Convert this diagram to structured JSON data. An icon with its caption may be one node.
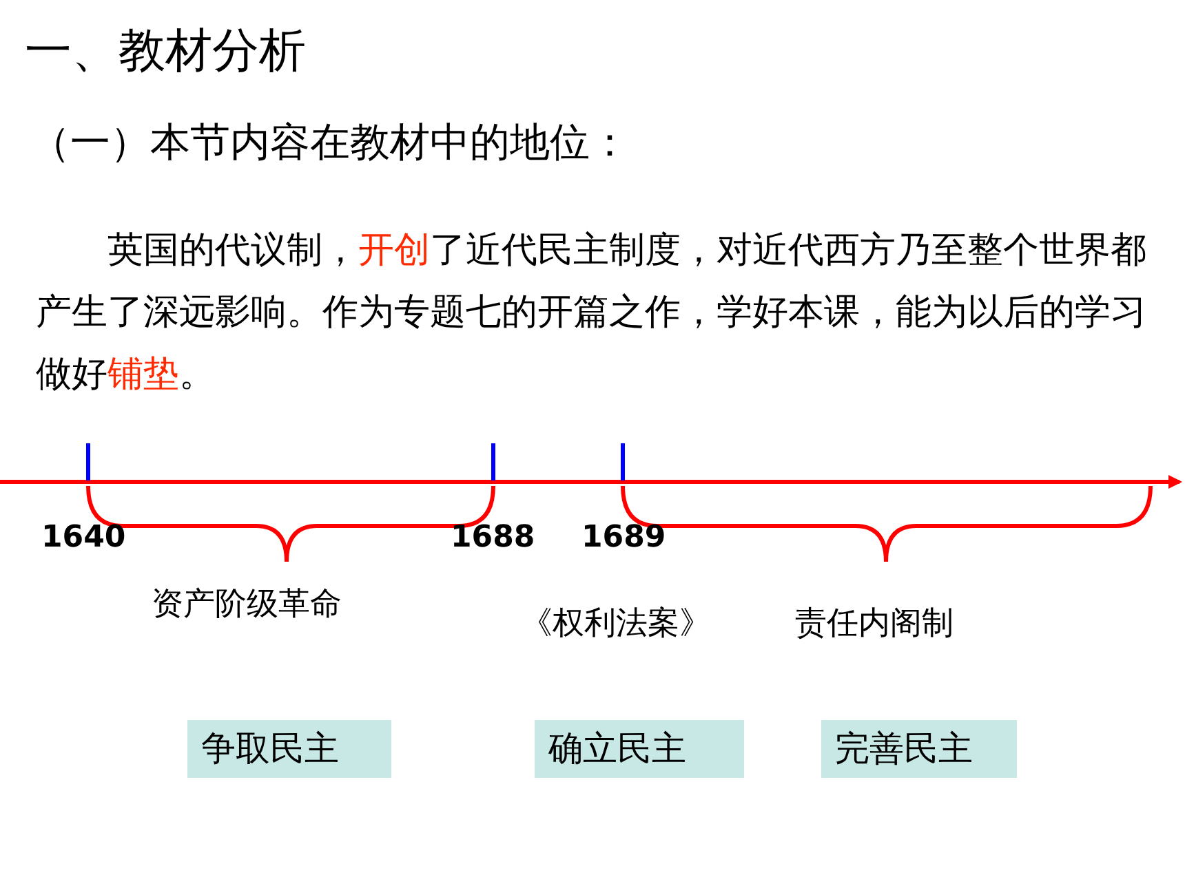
{
  "diagram": {
    "title": "一、教材分析",
    "nodes": [
      {
        "text": [
          "争取民主"
        ]
      },
      {
        "text": [
          "确立民主"
        ]
      },
      {
        "text": [
          "完善民主"
        ]
      }
    ],
    "labels": [
      "（一）本节内容在教材中的地位：",
      "英国的代议制，**开创**了近代民主制度，对近代西方乃至整个世界都产生了深远影响。作为专题七的开篇之作，学好本课，能为以后的学习做好**铺垫**。",
      "1640",
      "1688",
      "1689",
      "资产阶级革命",
      "《权利法案》",
      "责任内阁制"
    ]
  }
}
